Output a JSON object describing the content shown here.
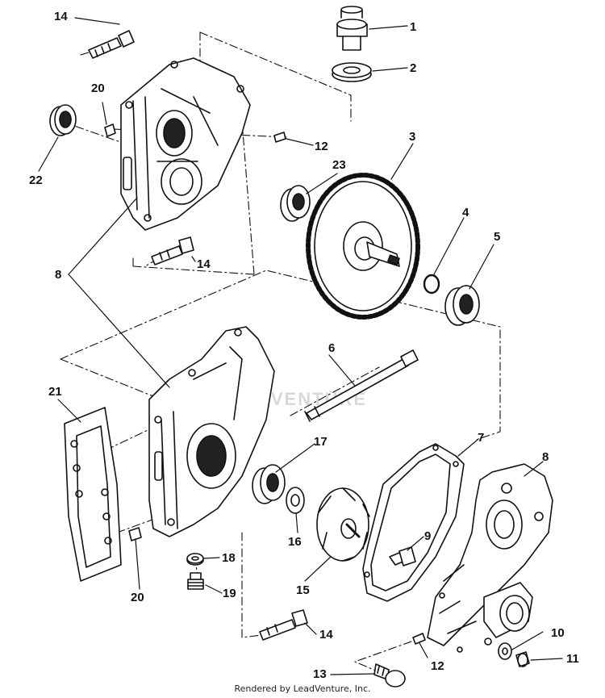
{
  "diagram": {
    "callouts": {
      "c14a": "14",
      "c1": "1",
      "c2": "2",
      "c20a": "20",
      "c12a": "12",
      "c22": "22",
      "c3": "3",
      "c23": "23",
      "c4": "4",
      "c5": "5",
      "c14b": "14",
      "c8a": "8",
      "c6": "6",
      "c21": "21",
      "c17": "17",
      "c7": "7",
      "c8b": "8",
      "c16": "16",
      "c9": "9",
      "c18": "18",
      "c15": "15",
      "c20b": "20",
      "c19": "19",
      "c14c": "14",
      "c10": "10",
      "c11": "11",
      "c13": "13",
      "c12b": "12"
    },
    "watermark": "LEADVENTURE",
    "footer": "Rendered by LeadVenture, Inc."
  }
}
